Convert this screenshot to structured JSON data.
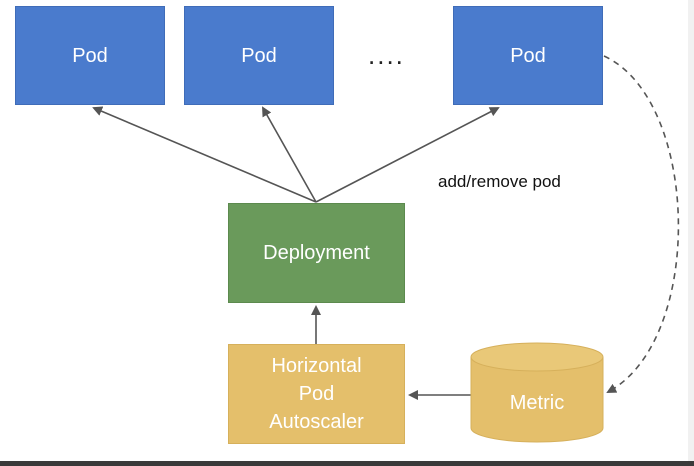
{
  "pods": [
    {
      "label": "Pod"
    },
    {
      "label": "Pod"
    },
    {
      "label": "Pod"
    }
  ],
  "ellipsis": "....",
  "deployment": {
    "label": "Deployment"
  },
  "hpa": {
    "line1": "Horizontal",
    "line2": "Pod",
    "line3": "Autoscaler"
  },
  "metric": {
    "label": "Metric"
  },
  "edge_label": "add/remove pod",
  "colors": {
    "pod": "#4a7bcd",
    "deployment": "#6a9a5b",
    "hpa": "#e4bf6b",
    "metric": "#e4bf6b",
    "arrow": "#555555"
  }
}
